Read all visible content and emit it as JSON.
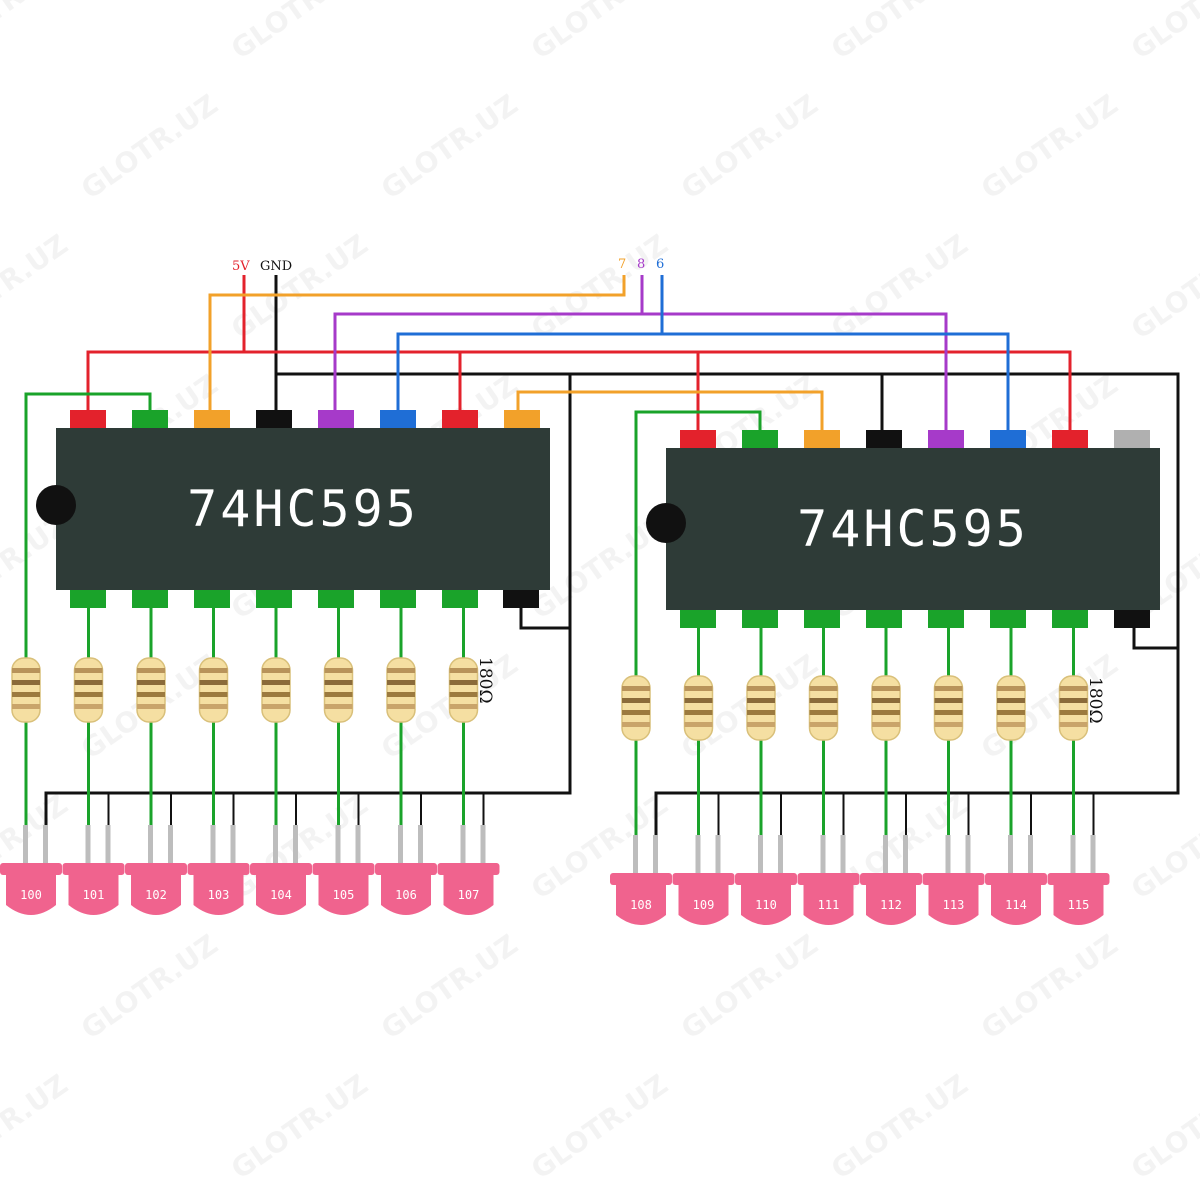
{
  "chips": [
    {
      "label": "74HC595"
    },
    {
      "label": "74HC595"
    }
  ],
  "power_labels": {
    "vcc": "5V",
    "gnd": "GND"
  },
  "control_pins": [
    "7",
    "8",
    "6"
  ],
  "resistor_value": "180Ω",
  "leds": [
    "100",
    "101",
    "102",
    "103",
    "104",
    "105",
    "106",
    "107",
    "108",
    "109",
    "110",
    "111",
    "112",
    "113",
    "114",
    "115"
  ],
  "watermark": "GLOTR.UZ",
  "colors": {
    "chip_body": "#2e3b37",
    "vcc_red": "#e3222c",
    "gnd_black": "#111111",
    "data_orange": "#f2a12a",
    "latch_purple": "#a63ac9",
    "clock_blue": "#1f6ed6",
    "output_green": "#1aa32a",
    "led_pink": "#f0638e",
    "resistor_body": "#f5dfa2"
  }
}
